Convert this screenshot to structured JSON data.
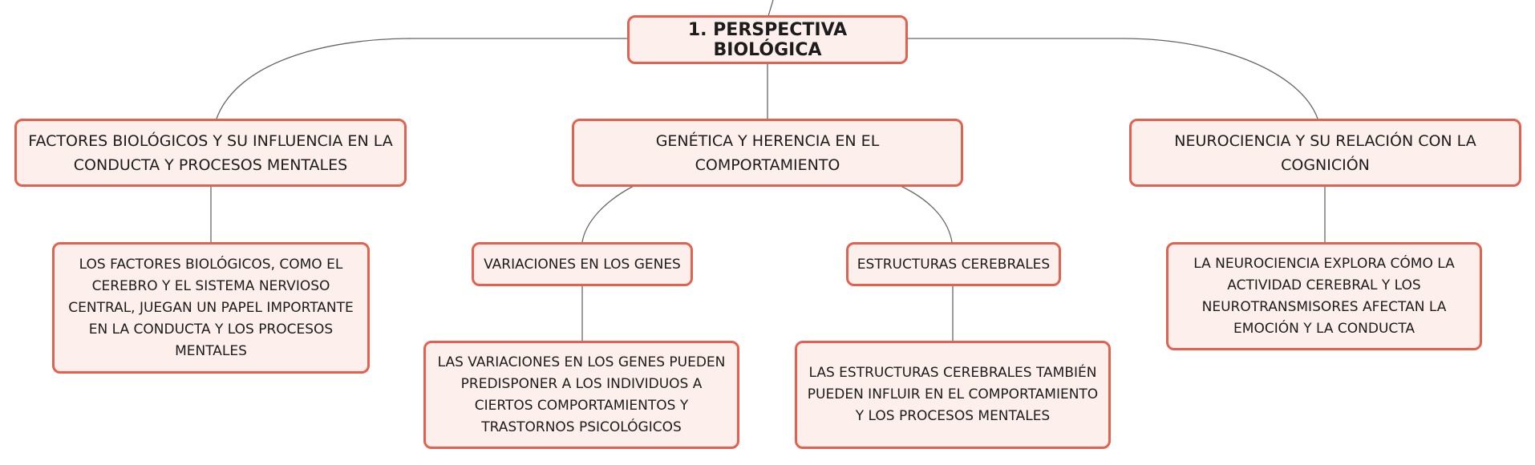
{
  "theme": {
    "node_fill": "#fdefeb",
    "node_border": "#e4614f",
    "connector": "#666666",
    "text": "#1c1c1c"
  },
  "mindmap": {
    "root": "1. PERSPECTIVA BIOLÓGICA",
    "branches": [
      {
        "label": "FACTORES BIOLÓGICOS Y SU INFLUENCIA EN LA CONDUCTA Y PROCESOS MENTALES",
        "detail": "LOS FACTORES BIOLÓGICOS, COMO EL CEREBRO Y EL SISTEMA NERVIOSO CENTRAL, JUEGAN UN PAPEL IMPORTANTE EN LA CONDUCTA Y LOS PROCESOS MENTALES"
      },
      {
        "label": "GENÉTICA Y HERENCIA EN EL COMPORTAMIENTO",
        "children": [
          {
            "label": "VARIACIONES EN LOS GENES",
            "detail": "LAS VARIACIONES EN LOS GENES PUEDEN PREDISPONER A LOS INDIVIDUOS A CIERTOS COMPORTAMIENTOS Y TRASTORNOS PSICOLÓGICOS"
          },
          {
            "label": "ESTRUCTURAS CEREBRALES",
            "detail": "LAS ESTRUCTURAS CEREBRALES TAMBIÉN PUEDEN INFLUIR EN EL COMPORTAMIENTO Y LOS PROCESOS MENTALES"
          }
        ]
      },
      {
        "label": "NEUROCIENCIA Y SU RELACIÓN CON LA COGNICIÓN",
        "detail": "LA NEUROCIENCIA EXPLORA CÓMO LA ACTIVIDAD CEREBRAL Y LOS NEUROTRANSMISORES AFECTAN LA EMOCIÓN Y LA CONDUCTA"
      }
    ]
  }
}
